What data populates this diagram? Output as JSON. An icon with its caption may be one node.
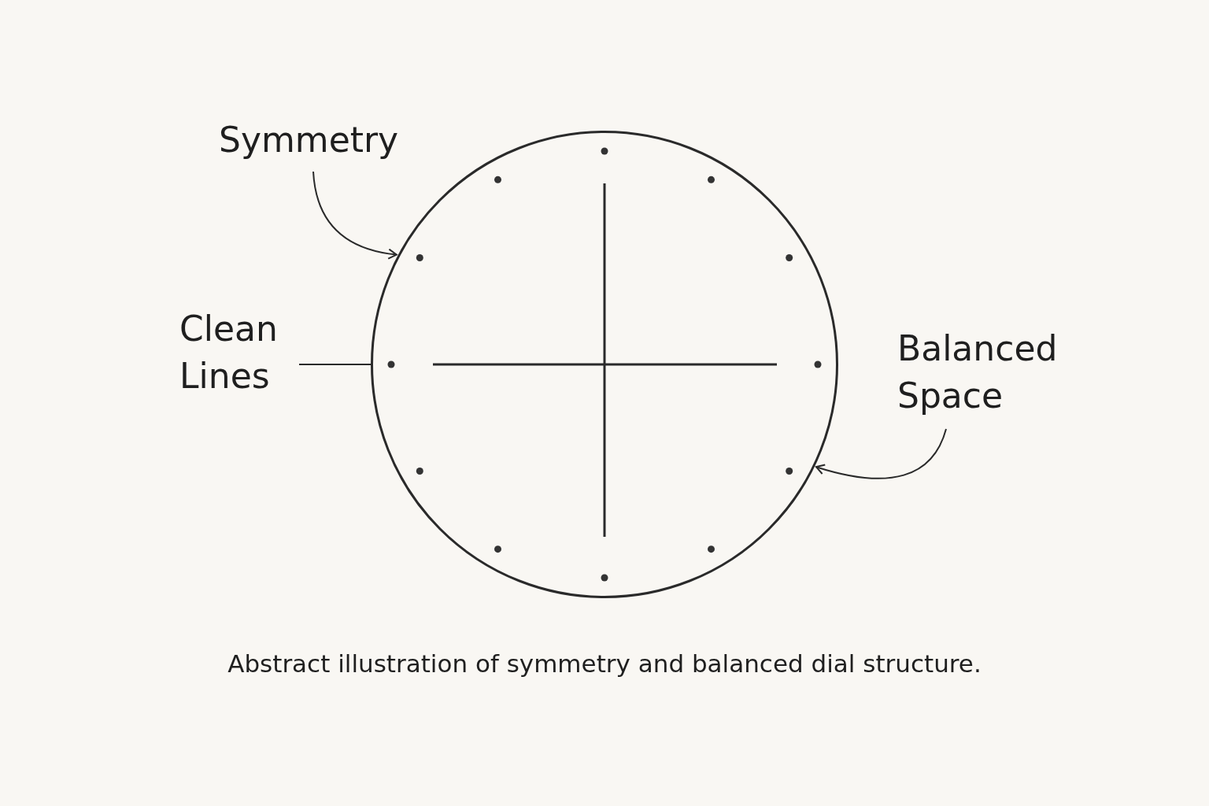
{
  "diagram": {
    "caption": "Abstract illustration of symmetry and balanced dial structure.",
    "nodes": [
      {
        "text": [
          "Symmetry"
        ]
      },
      {
        "text": [
          "Clean Lines"
        ]
      },
      {
        "text": [
          "Balanced Space"
        ]
      },
      {
        "text": [],
        "shape": "circle"
      }
    ],
    "edges": [
      {
        "from": 0,
        "to": 3,
        "arrow": "to"
      },
      {
        "from": 1,
        "to": 3,
        "arrow": "none"
      },
      {
        "from": 2,
        "to": 3,
        "arrow": "to"
      }
    ]
  }
}
